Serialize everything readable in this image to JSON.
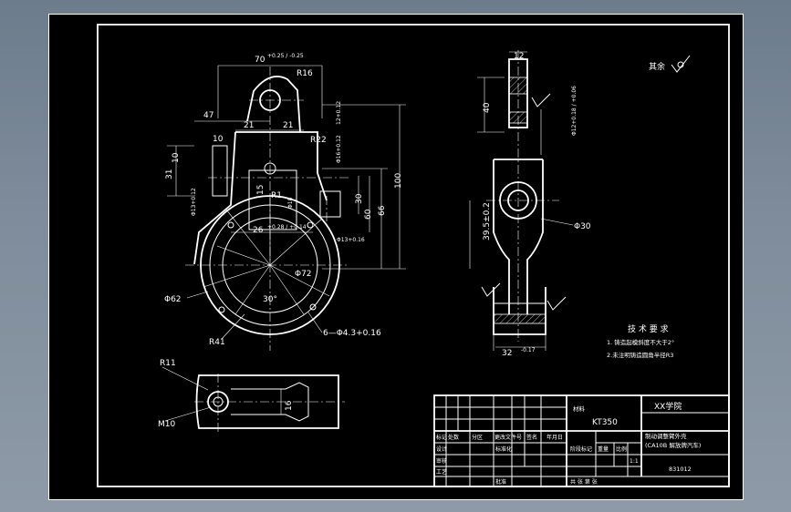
{
  "roughness": {
    "label": "其余"
  },
  "front_view": {
    "dims": {
      "width_70": "70",
      "width_70_tol": "+0.25 / -0.25",
      "r16": "R16",
      "d47": "47",
      "d21a": "21",
      "d21b": "21",
      "d12_tol": "12+0.12",
      "r22": "R22",
      "d10": "10",
      "d31": "31",
      "d10b": "10",
      "d16": "Φ16+0.12",
      "d15": "15",
      "r1": "R1",
      "d18": "Φ18",
      "d30": "30",
      "d60": "60",
      "d66": "66",
      "d100": "100",
      "d13": "Φ13+0.12",
      "d26": "26",
      "d26_tol": "+0.28 / +0.14",
      "d13b": "Φ13+0.16",
      "d72": "Φ72",
      "d62": "Φ62",
      "angle": "30°",
      "r41": "R41",
      "holes": "6—Φ4.3+0.16"
    }
  },
  "side_view": {
    "dims": {
      "d12": "12",
      "d40": "40",
      "d12_tol": "Φ12+0.18 / +0.06",
      "d30": "Φ30",
      "d39": "39.5±0.2",
      "d32": "32",
      "d32_tol": "-0.17"
    }
  },
  "bottom_view": {
    "dims": {
      "r11": "R11",
      "m10": "M10",
      "d16": "16"
    }
  },
  "tech_req": {
    "title": "技 术 要 求",
    "items": [
      "1. 铸造起模斜度不大于2°",
      "2.未注明铸造圆角半径R3"
    ]
  },
  "title_block": {
    "material_label": "材料",
    "material": "KT350",
    "school": "XX学院",
    "part_name_1": "制动调整臂外壳",
    "part_name_2": "(CA10B 解放牌汽车)",
    "drawing_no": "831012",
    "header_cells": [
      "标记",
      "处数",
      "分区",
      "更改文件号",
      "签名",
      "年月日"
    ],
    "row_designer": "设计",
    "row_standard": "标准化",
    "row_check": "审核",
    "row_process": "工艺",
    "row_approve": "批准",
    "stage_label": "阶段标记",
    "weight_label": "重量",
    "scale_label": "比例",
    "scale": "1:1",
    "sheets_label": "共  张  第  张"
  }
}
